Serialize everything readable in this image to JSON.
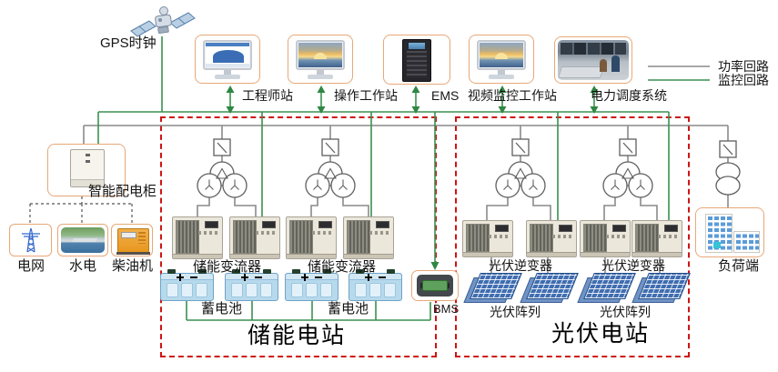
{
  "diagram": {
    "gps": {
      "label": "GPS时钟",
      "icon": "satellite-icon"
    },
    "workstations": [
      {
        "label": "工程师站",
        "icon": "monitor-chart-icon"
      },
      {
        "label": "操作工作站",
        "icon": "monitor-photo-icon"
      },
      {
        "label": "EMS",
        "icon": "server-tower-icon"
      },
      {
        "label": "视频监控工作站",
        "icon": "monitor-photo-icon"
      },
      {
        "label": "电力调度系统",
        "icon": "control-room-photo"
      }
    ],
    "legend": [
      {
        "label": "功率回路",
        "color": "#8a8a8a"
      },
      {
        "label": "监控回路",
        "color": "#3a9150"
      }
    ],
    "distribution": {
      "cabinet_label": "智能配电柜",
      "sources": [
        {
          "label": "电网",
          "icon": "transmission-tower-icon"
        },
        {
          "label": "水电",
          "icon": "hydropower-photo"
        },
        {
          "label": "柴油机",
          "icon": "diesel-generator-icon"
        }
      ]
    },
    "storage_station": {
      "title": "储能电站",
      "converters": [
        "储能变流器",
        "储能变流器"
      ],
      "batteries": [
        "蓄电池",
        "蓄电池"
      ],
      "bms_label": "BMS"
    },
    "pv_station": {
      "title": "光伏电站",
      "inverters": [
        "光伏逆变器",
        "光伏逆变器"
      ],
      "arrays": [
        "光伏阵列",
        "光伏阵列"
      ]
    },
    "load": {
      "label": "负荷端",
      "icon": "building-icon"
    },
    "colors": {
      "power_line": "#8a8a8a",
      "monitoring_line": "#3a9150",
      "station_border": "#ce1414",
      "device_border": "#e8a878"
    }
  }
}
